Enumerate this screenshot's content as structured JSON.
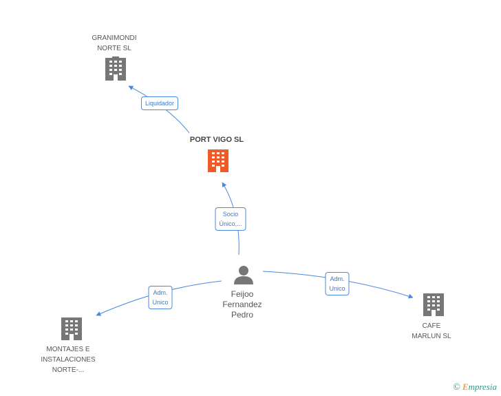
{
  "colors": {
    "edge": "#4a89dc",
    "building": "#777777",
    "building_focus": "#f05a28",
    "person": "#777777"
  },
  "nodes": {
    "center": {
      "label": "PORT VIGO SL",
      "icon": "building-icon"
    },
    "granimondi": {
      "label": "GRANIMONDI\nNORTE SL",
      "icon": "building-icon"
    },
    "person": {
      "label": "Feijoo\nFernandez\nPedro",
      "icon": "person-icon"
    },
    "montajes": {
      "label": "MONTAJES E\nINSTALACIONES\nNORTE-...",
      "icon": "building-icon"
    },
    "cafe": {
      "label": "CAFE\nMARLUN SL",
      "icon": "building-icon"
    }
  },
  "edges": {
    "liquidador": "Liquidador",
    "socio": "Socio\nÚnico,...",
    "adm_montajes": "Adm.\nUnico",
    "adm_cafe": "Adm.\nUnico"
  },
  "brand": {
    "copyright": "©",
    "name_first": "E",
    "name_rest": "mpresia"
  }
}
